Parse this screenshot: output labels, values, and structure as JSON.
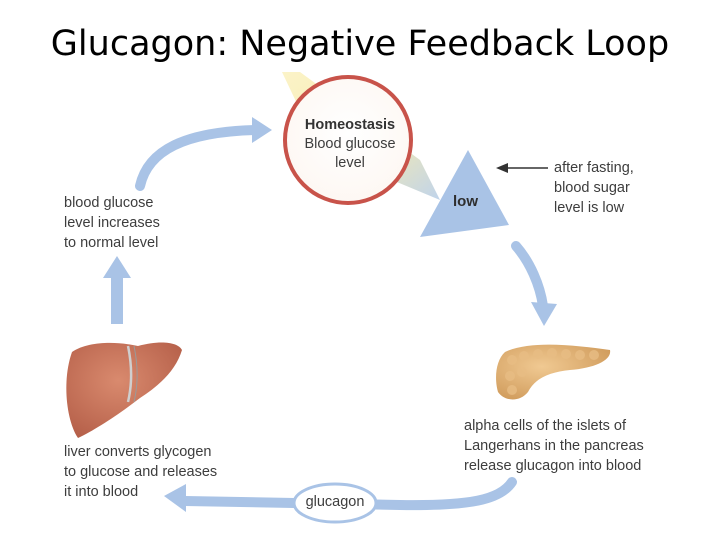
{
  "title": "Glucagon: Negative Feedback Loop",
  "homeostasis": {
    "heading": "Homeostasis",
    "line1": "Blood glucose",
    "line2": "level"
  },
  "stimulus": {
    "low_label": "low",
    "note_lines": [
      "after fasting,",
      "blood sugar",
      "level is low"
    ]
  },
  "pancreas_step": {
    "lines": [
      "alpha cells of the islets of",
      "Langerhans in the pancreas",
      "release glucagon into blood"
    ]
  },
  "hormone": {
    "label": "glucagon"
  },
  "liver_step": {
    "lines": [
      "liver converts glycogen",
      "to glucose and releases",
      "it into blood"
    ]
  },
  "result_step": {
    "lines": [
      "blood glucose",
      "level increases",
      "to normal level"
    ]
  },
  "colors": {
    "arrow_blue": "#a9c3e6",
    "ring_red": "#c8534a",
    "liver": "#c9745c",
    "pancreas": "#e0b57a",
    "gradient_yellow": "#f5e8a6"
  },
  "icons": [
    "liver-illustration",
    "pancreas-illustration",
    "stimulus-arrow-icon"
  ]
}
